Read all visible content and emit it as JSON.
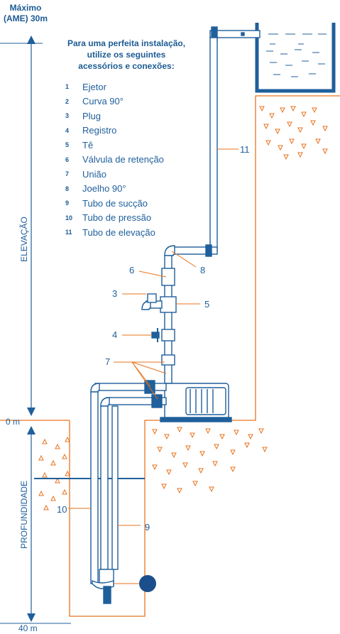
{
  "max_label": [
    "Máximo",
    "(AME) 30m"
  ],
  "intro_lines": [
    "Para uma perfeita instalação,",
    "utilize os seguintes",
    "acessórios e conexões:"
  ],
  "legend": [
    {
      "num": "1",
      "label": "Ejetor"
    },
    {
      "num": "2",
      "label": "Curva 90°"
    },
    {
      "num": "3",
      "label": "Plug"
    },
    {
      "num": "4",
      "label": "Registro"
    },
    {
      "num": "5",
      "label": "Tê"
    },
    {
      "num": "6",
      "label": "Válvula de retenção"
    },
    {
      "num": "7",
      "label": "União"
    },
    {
      "num": "8",
      "label": "Joelho 90°"
    },
    {
      "num": "9",
      "label": "Tubo de sucção"
    },
    {
      "num": "10",
      "label": "Tubo de pressão"
    },
    {
      "num": "11",
      "label": "Tubo de elevação"
    }
  ],
  "side_labels": {
    "elevation": "ELEVAÇÃO",
    "depth": "PROFUNDIDADE"
  },
  "levels": {
    "zero": "0 m",
    "bottom": "40 m"
  },
  "callouts": {
    "c3": "3",
    "c4": "4",
    "c5": "5",
    "c6": "6",
    "c7": "7",
    "c8": "8",
    "c9": "9",
    "c10": "10",
    "c11": "11"
  },
  "colors": {
    "blue": "#1f5f9b",
    "orange": "#e8731f",
    "pipe_fill": "#ffffff",
    "dot": "#1a4f8c"
  }
}
